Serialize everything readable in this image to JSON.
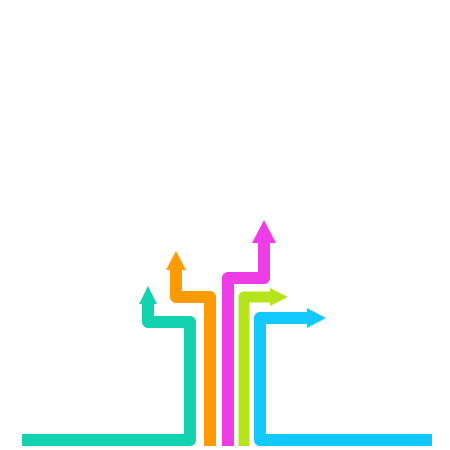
{
  "graphic": {
    "icon": "diverging-arrows-icon",
    "background": "#ffffff",
    "arrows": [
      {
        "id": "teal",
        "color": "#14d1b0",
        "direction": "up"
      },
      {
        "id": "orange",
        "color": "#ff9a00",
        "direction": "up"
      },
      {
        "id": "magenta",
        "color": "#ee3ce6",
        "direction": "up"
      },
      {
        "id": "lime",
        "color": "#b6e41b",
        "direction": "right"
      },
      {
        "id": "cyan",
        "color": "#12c8ff",
        "direction": "right"
      }
    ]
  }
}
